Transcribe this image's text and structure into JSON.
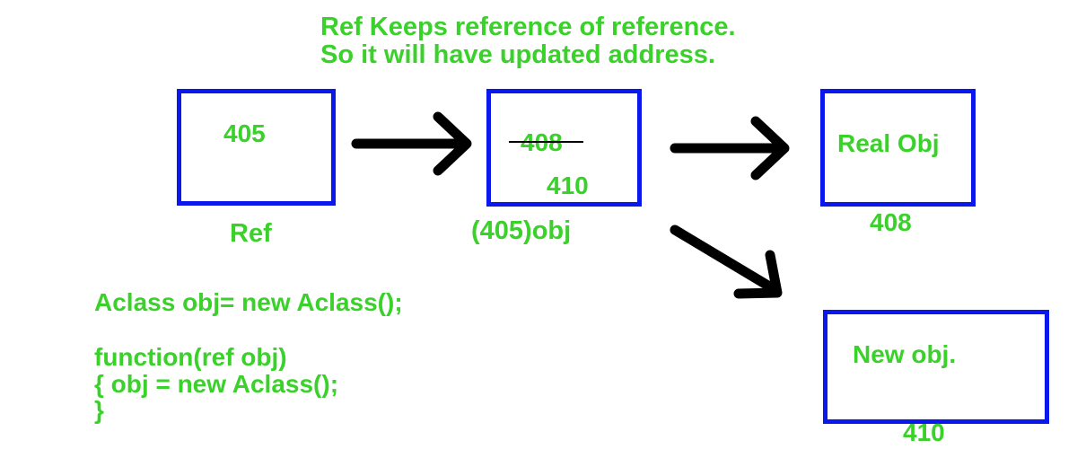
{
  "header": {
    "line1": "Ref Keeps reference of reference.",
    "line2": "So it will have updated address."
  },
  "ref_box": {
    "value": "405",
    "label": "Ref"
  },
  "obj_box": {
    "old_value": "408",
    "new_value": "410",
    "label": "(405)obj"
  },
  "real_obj_box": {
    "text": "Real Obj",
    "address": "408"
  },
  "new_obj_box": {
    "text": "New obj.",
    "address": "410"
  },
  "code": {
    "line1": "Aclass obj= new  Aclass();",
    "line2": "function(ref obj)",
    "line3": "{ obj = new Aclass();",
    "line4": "}"
  },
  "colors": {
    "text": "#3ad12a",
    "box_border": "#0a18ee",
    "arrow": "#000000"
  }
}
